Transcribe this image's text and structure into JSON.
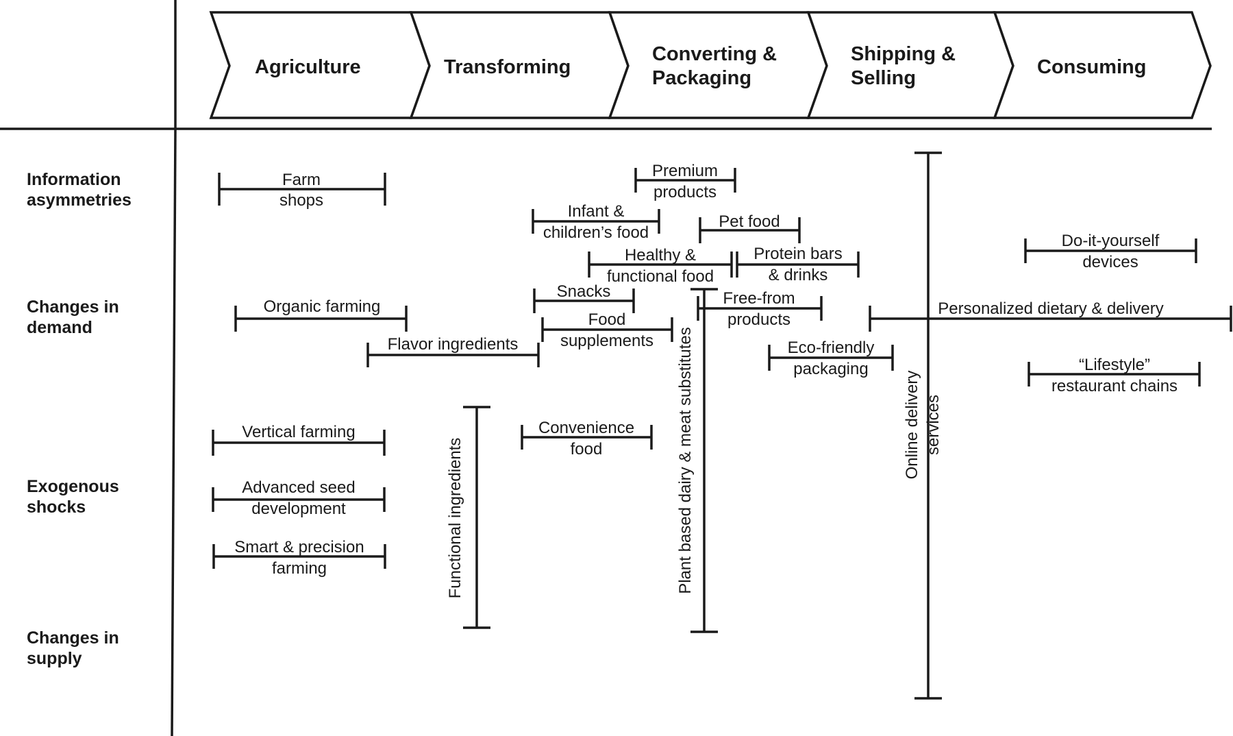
{
  "stages": [
    {
      "id": "agriculture",
      "lines": [
        "Agriculture"
      ]
    },
    {
      "id": "transforming",
      "lines": [
        "Transforming"
      ]
    },
    {
      "id": "converting-packaging",
      "lines": [
        "Converting &",
        "Packaging"
      ]
    },
    {
      "id": "shipping-selling",
      "lines": [
        "Shipping &",
        "Selling"
      ]
    },
    {
      "id": "consuming",
      "lines": [
        "Consuming"
      ]
    }
  ],
  "rows": [
    {
      "id": "information-asymmetries",
      "lines": [
        "Information",
        "asymmetries"
      ]
    },
    {
      "id": "changes-in-demand",
      "lines": [
        "Changes in",
        "demand"
      ]
    },
    {
      "id": "exogenous-shocks",
      "lines": [
        "Exogenous",
        "shocks"
      ]
    },
    {
      "id": "changes-in-supply",
      "lines": [
        "Changes in",
        "supply"
      ]
    }
  ],
  "items": [
    {
      "id": "farm-shops",
      "lines": [
        "Farm",
        "shops"
      ]
    },
    {
      "id": "premium-products",
      "lines": [
        "Premium",
        "products"
      ]
    },
    {
      "id": "infant-childrens-food",
      "lines": [
        "Infant &",
        "children’s food"
      ]
    },
    {
      "id": "pet-food",
      "lines": [
        "Pet food"
      ]
    },
    {
      "id": "healthy-functional-food",
      "lines": [
        "Healthy &",
        "functional food"
      ]
    },
    {
      "id": "protein-bars-drinks",
      "lines": [
        "Protein bars",
        "& drinks"
      ]
    },
    {
      "id": "do-it-yourself-devices",
      "lines": [
        "Do-it-yourself",
        "devices"
      ]
    },
    {
      "id": "organic-farming",
      "lines": [
        "Organic farming"
      ]
    },
    {
      "id": "snacks",
      "lines": [
        "Snacks"
      ]
    },
    {
      "id": "free-from-products",
      "lines": [
        "Free-from",
        "products"
      ]
    },
    {
      "id": "personalized-dietary-delivery",
      "lines": [
        "Personalized dietary & delivery"
      ]
    },
    {
      "id": "food-supplements",
      "lines": [
        "Food",
        "supplements"
      ]
    },
    {
      "id": "flavor-ingredients",
      "lines": [
        "Flavor ingredients"
      ]
    },
    {
      "id": "eco-friendly-packaging",
      "lines": [
        "Eco-friendly",
        "packaging"
      ]
    },
    {
      "id": "lifestyle-restaurant-chains",
      "lines": [
        "“Lifestyle”",
        "restaurant chains"
      ]
    },
    {
      "id": "vertical-farming",
      "lines": [
        "Vertical farming"
      ]
    },
    {
      "id": "convenience-food",
      "lines": [
        "Convenience",
        "food"
      ]
    },
    {
      "id": "advanced-seed-development",
      "lines": [
        "Advanced seed",
        "development"
      ]
    },
    {
      "id": "smart-precision-farming",
      "lines": [
        "Smart & precision",
        "farming"
      ]
    },
    {
      "id": "functional-ingredients",
      "lines": [
        "Functional ingredients"
      ]
    },
    {
      "id": "plant-based-dairy-meat-substitutes",
      "lines": [
        "Plant based dairy & meat substitutes"
      ]
    },
    {
      "id": "online-delivery-services",
      "lines": [
        "Online delivery",
        "services"
      ]
    }
  ]
}
